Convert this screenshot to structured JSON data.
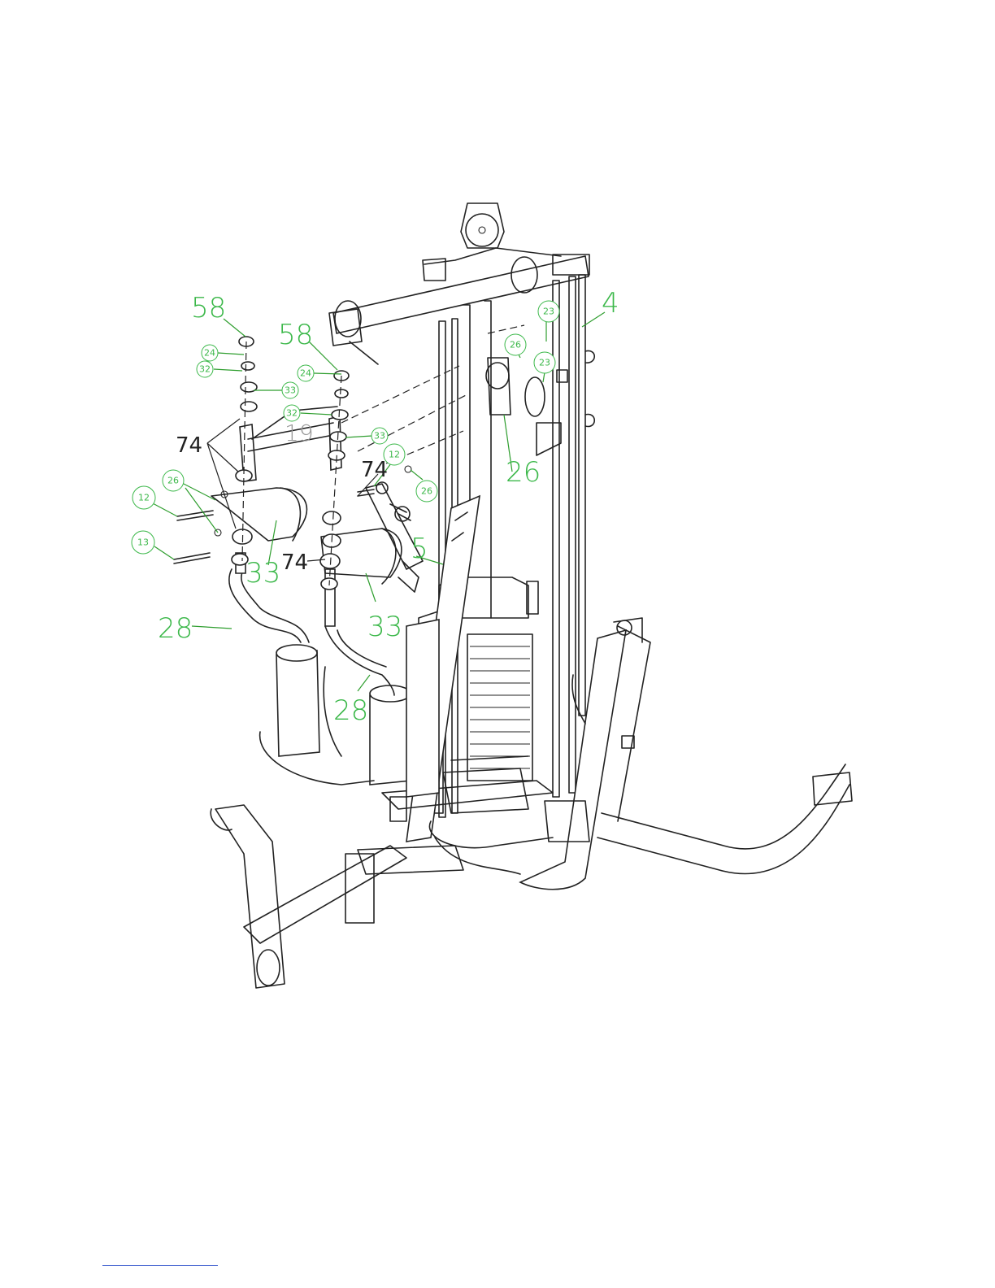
{
  "labels": {
    "p58a": "58",
    "p58b": "58",
    "p4": "4",
    "p23a": "23",
    "p23b": "23",
    "p26a": "26",
    "p26b": "26",
    "p26c": "26",
    "p26d": "26",
    "p24a": "24",
    "p24b": "24",
    "p32a": "32",
    "p32b": "32",
    "p33a": "33",
    "p33b": "33",
    "p33c": "33",
    "p33d": "33",
    "p74a": "74",
    "p74b": "74",
    "p74c": "74",
    "p19": "19",
    "p12a": "12",
    "p12b": "12",
    "p13": "13",
    "p5": "5",
    "p28a": "28",
    "p28b": "28"
  },
  "colors": {
    "callout": "#3cb84a",
    "line": "#222222",
    "footer_rule": "#3355cc"
  }
}
